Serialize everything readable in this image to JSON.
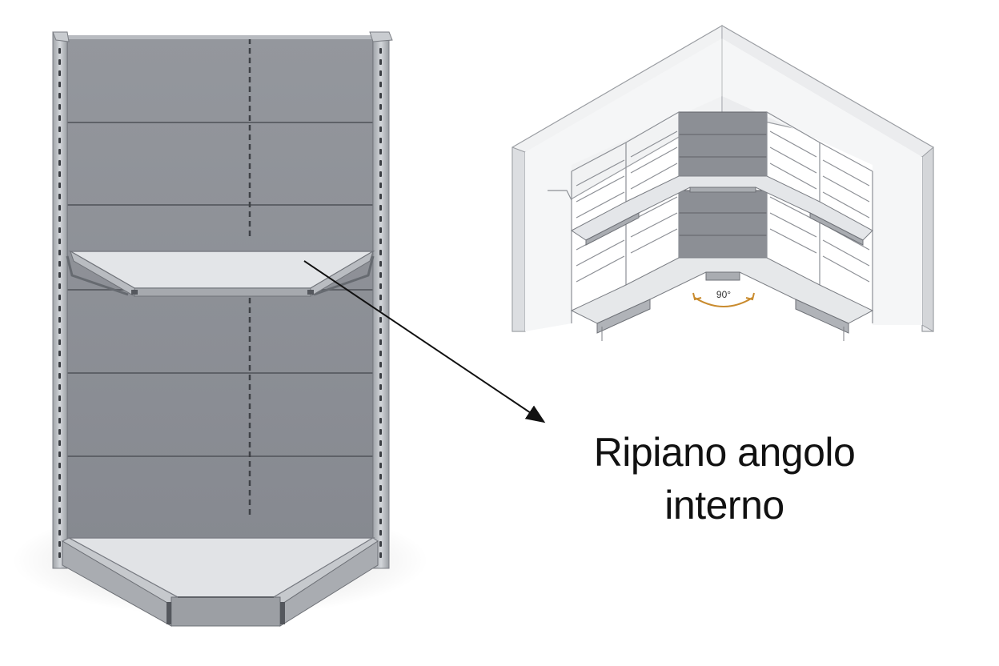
{
  "caption": {
    "line1": "Ripiano angolo",
    "line2": "interno"
  },
  "angle_label": "90°",
  "colors": {
    "panel": "#8e9096",
    "panel_dark": "#7d8086",
    "upright": "#b4b7bc",
    "shelf_top": "#e2e4e7",
    "shelf_front": "#a9acb1",
    "wall": "#f2f3f4",
    "wall_side": "#e6e7e9",
    "angle_arc": "#c98b2e",
    "line": "#5d6066"
  }
}
